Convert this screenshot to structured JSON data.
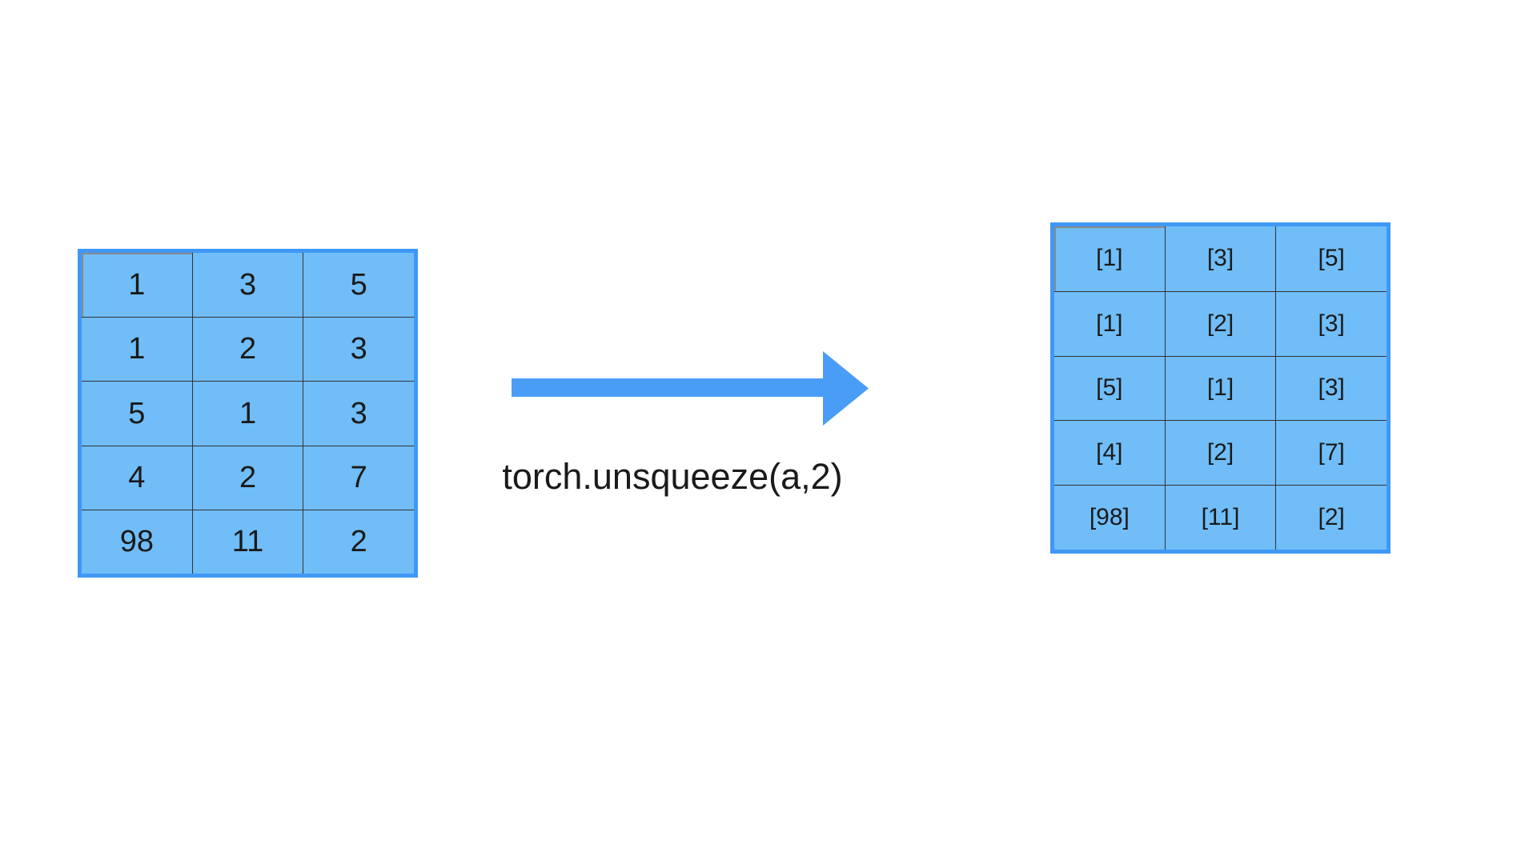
{
  "diagram": {
    "operation_label": "torch.unsqueeze(a,2)",
    "colors": {
      "cell_fill": "#70BDF8",
      "table_border": "#3F98F5",
      "grid_line": "#333333",
      "arrow": "#4A9DF6",
      "text": "#1a1a1a",
      "first_cell_border": "#8a8a8a"
    },
    "input_matrix": {
      "rows": [
        [
          "1",
          "3",
          "5"
        ],
        [
          "1",
          "2",
          "3"
        ],
        [
          "5",
          "1",
          "3"
        ],
        [
          "4",
          "2",
          "7"
        ],
        [
          "98",
          "11",
          "2"
        ]
      ]
    },
    "output_matrix": {
      "rows": [
        [
          "[1]",
          "[3]",
          "[5]"
        ],
        [
          "[1]",
          "[2]",
          "[3]"
        ],
        [
          "[5]",
          "[1]",
          "[3]"
        ],
        [
          "[4]",
          "[2]",
          "[7]"
        ],
        [
          "[98]",
          "[11]",
          "[2]"
        ]
      ]
    },
    "arrow": {
      "direction": "right"
    }
  }
}
